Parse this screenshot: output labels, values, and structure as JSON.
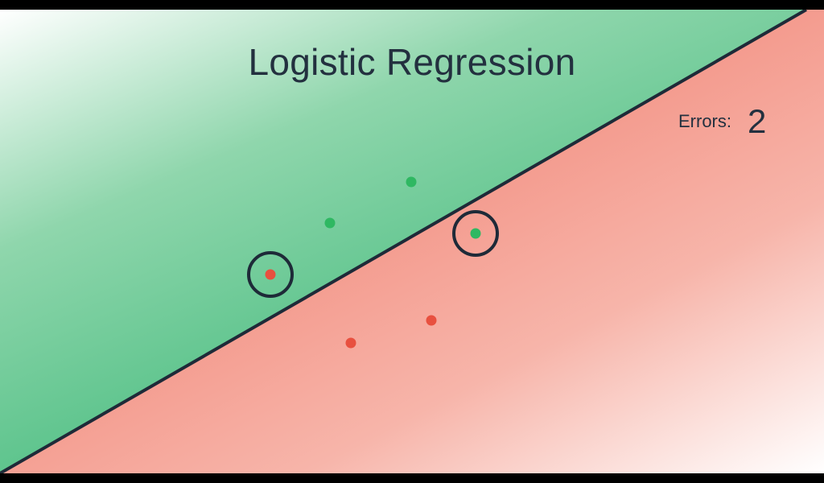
{
  "title": "Logistic Regression",
  "errors": {
    "label": "Errors:",
    "value": "2"
  },
  "colors": {
    "green_region": "#4fbf84",
    "red_region": "#f28a7c",
    "green_point": "#2fb862",
    "red_point": "#e8503f",
    "boundary_line": "#1e2a38",
    "highlight_ring": "#1e2a38",
    "text": "#23303f"
  },
  "points": [
    {
      "class": "green",
      "misclassified": false
    },
    {
      "class": "green",
      "misclassified": false
    },
    {
      "class": "green",
      "misclassified": true
    },
    {
      "class": "red",
      "misclassified": true
    },
    {
      "class": "red",
      "misclassified": false
    },
    {
      "class": "red",
      "misclassified": false
    }
  ]
}
